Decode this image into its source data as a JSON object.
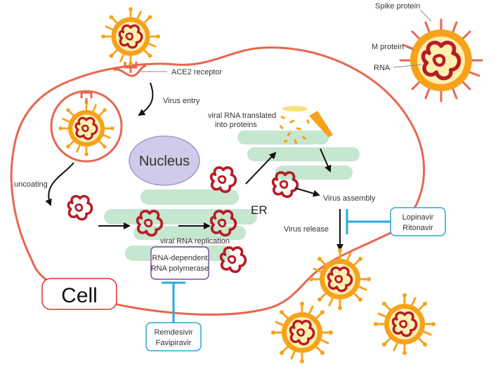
{
  "labels": {
    "spike_protein": "Spike protein",
    "m_protein": "M protein",
    "rna": "RNA",
    "ace2_receptor": "ACE2 receptor",
    "virus_entry": "Virus entry",
    "viral_rna_translated_line1": "viral RNA translated",
    "viral_rna_translated_line2": "into proteins",
    "nucleus": "Nucleus",
    "uncoating": "uncoating",
    "er": "ER",
    "viral_rna_replication": "viral RNA replication",
    "virus_assembly": "Virus assembly",
    "virus_release": "Virus release",
    "cell": "Cell"
  },
  "drug_boxes": {
    "rdrp": {
      "line1": "RNA-dependent",
      "line2": "RNA polymerase"
    },
    "protease_inhibitors": {
      "line1": "Lopinavir",
      "line2": "Ritonavir"
    },
    "polymerase_inhibitors": {
      "line1": "Remdesivir",
      "line2": "Favipiravir"
    }
  },
  "colors": {
    "cell_membrane": "#e8664f",
    "virus_envelope": "#f7a21b",
    "virus_core": "#fff0b0",
    "rna_strand": "#b81c24",
    "nucleus_fill": "#cfcbea",
    "er_fill": "#c5e6cf",
    "inhibitor_line": "#29a8df",
    "arrow": "#111111",
    "rdrp_border": "#7b4f9e",
    "drug_box_border": "#29a8df",
    "cell_box_border": "#d7302c"
  }
}
